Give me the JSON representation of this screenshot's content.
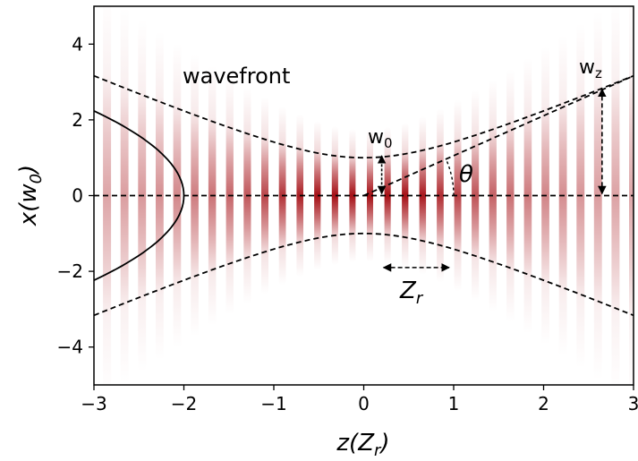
{
  "chart_data": {
    "type": "heatmap",
    "xlabel": "z(Z_r)",
    "ylabel": "x(w_0)",
    "xlim": [
      -3,
      3
    ],
    "ylim": [
      -5,
      5
    ],
    "xticks": [
      "−3",
      "−2",
      "−1",
      "0",
      "1",
      "2",
      "3"
    ],
    "yticks": [
      "4",
      "2",
      "0",
      "−2",
      "−4"
    ],
    "colormap": "Reds",
    "waist_w0": 1,
    "rayleigh_range_Zr": 1,
    "annotations": {
      "wavefront": "wavefront",
      "w0": "w",
      "w0_sub": "0",
      "wz": "w",
      "wz_sub": "z",
      "theta": "θ",
      "Zr": "Z",
      "Zr_sub": "r"
    }
  },
  "colors": {
    "beam_peak": "#a50f15",
    "beam_light": "#fcbba1",
    "axis": "#000000"
  }
}
